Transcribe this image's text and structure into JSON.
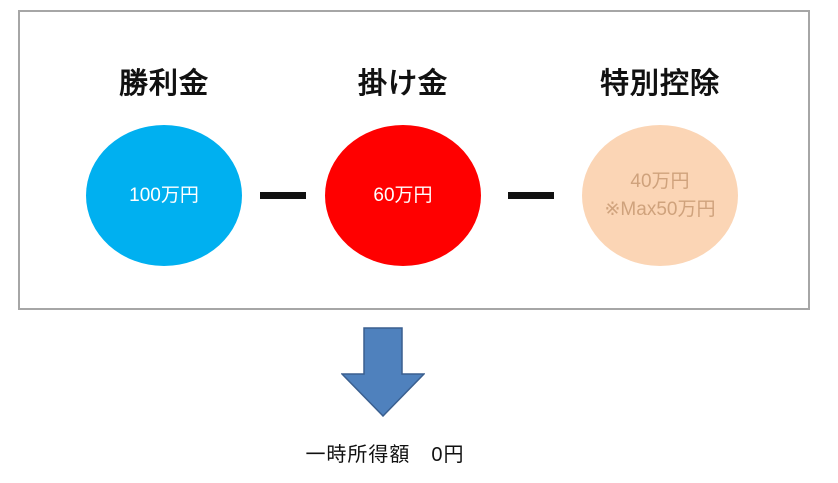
{
  "calculation_box": {
    "items": [
      {
        "heading": "勝利金",
        "value": "100万円",
        "circle_color": "#00b0f0",
        "value_color": "#ffffff"
      },
      {
        "heading": "掛け金",
        "value": "60万円",
        "circle_color": "#ff0000",
        "value_color": "#ffffff"
      },
      {
        "heading": "特別控除",
        "value": "40万円",
        "note": "※Max50万円",
        "circle_color": "#fbd5b5",
        "value_color": "#cfa27c"
      }
    ]
  },
  "arrow": {
    "fill": "#4f81bd",
    "stroke": "#3a5f8f"
  },
  "result": {
    "label": "一時所得額　0円"
  }
}
